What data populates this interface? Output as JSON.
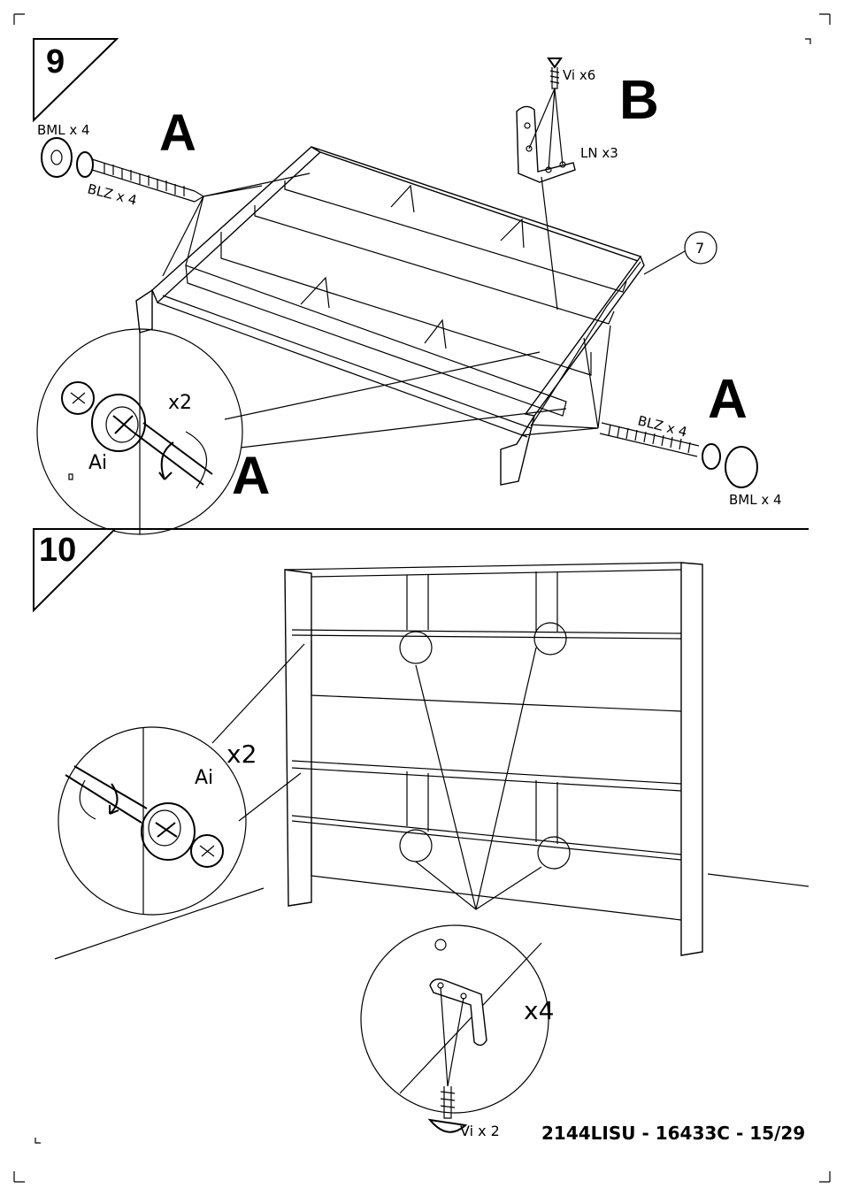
{
  "steps": {
    "step9": {
      "number": "9",
      "label_a_top": "A",
      "label_a_right": "A",
      "label_a_circle": "A",
      "label_b": "B",
      "bml_top": "BML x 4",
      "blz_top": "BLZ x 4",
      "bml_right": "BML x 4",
      "blz_right": "BLZ x 4",
      "vi": "Vi x6",
      "ln": "LN x3",
      "part_ref": "7",
      "detail_count": "x2",
      "detail_tool": "Ai"
    },
    "step10": {
      "number": "10",
      "detail_count": "x2",
      "detail_tool": "Ai",
      "bracket_count": "x4",
      "vi": "Vi x 2"
    }
  },
  "footer": {
    "doc_code": "2144LISU - 16433C - 15/29"
  }
}
